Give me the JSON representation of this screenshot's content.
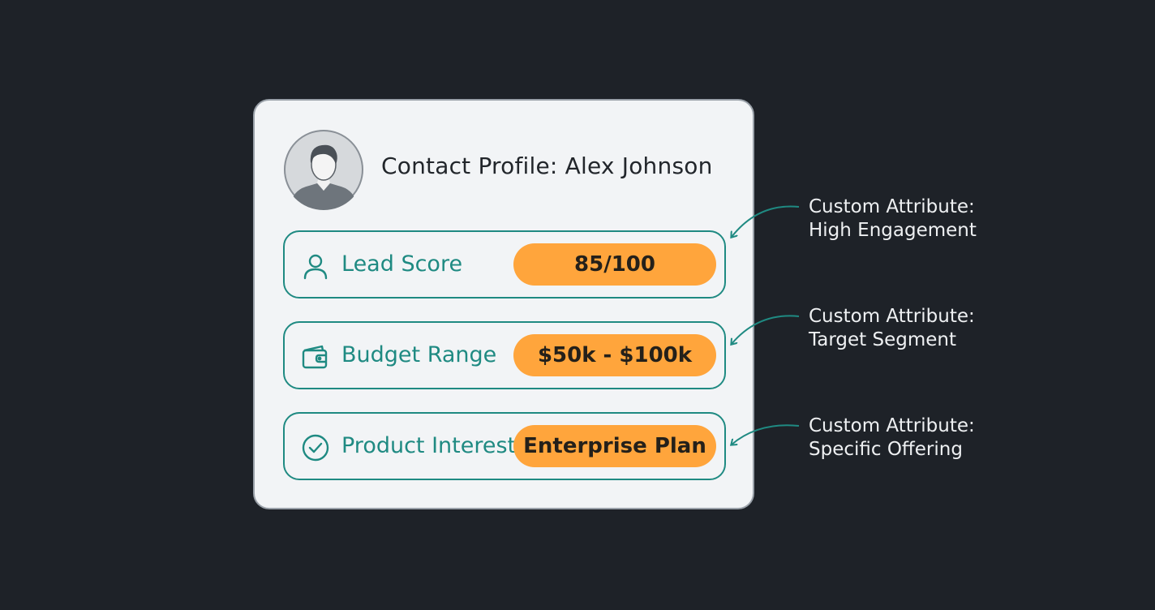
{
  "profile": {
    "title": "Contact Profile: Alex Johnson"
  },
  "attributes": [
    {
      "label": "Lead Score",
      "value": "85/100",
      "icon": "user-icon",
      "annotation": {
        "line1": "Custom Attribute:",
        "line2": "High Engagement"
      }
    },
    {
      "label": "Budget Range",
      "value": "$50k - $100k",
      "icon": "wallet-icon",
      "annotation": {
        "line1": "Custom Attribute:",
        "line2": "Target Segment"
      }
    },
    {
      "label": "Product Interest",
      "value": "Enterprise Plan",
      "icon": "check-circle-icon",
      "annotation": {
        "line1": "Custom Attribute:",
        "line2": "Specific Offering"
      }
    }
  ],
  "colors": {
    "background": "#1e2228",
    "card": "#f2f4f6",
    "accent_teal": "#1f8a82",
    "pill_orange": "#ffa53c",
    "annotation_text": "#eef0f2"
  }
}
